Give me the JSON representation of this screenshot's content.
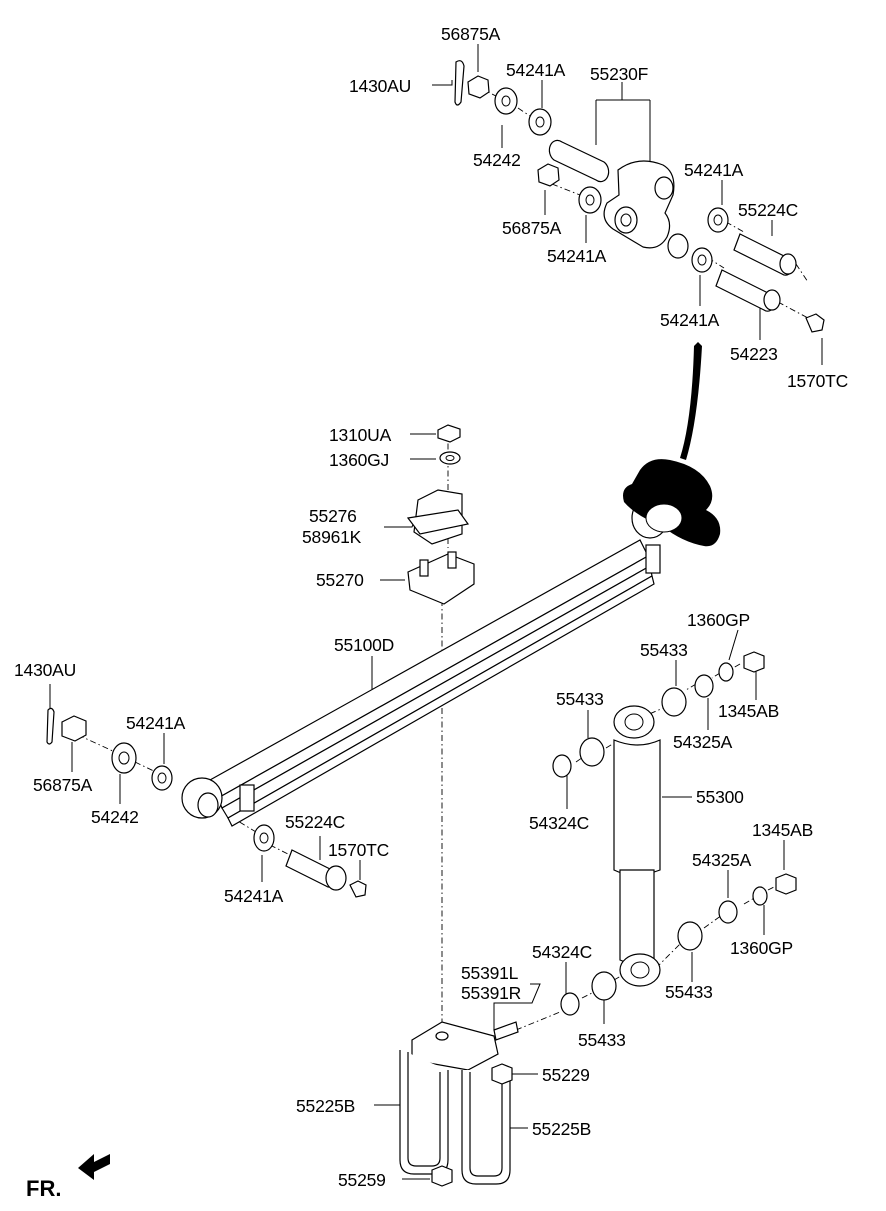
{
  "diagram": {
    "direction_label": "FR.",
    "labels": [
      {
        "id": "l01",
        "text": "56875A"
      },
      {
        "id": "l02",
        "text": "1430AU"
      },
      {
        "id": "l03",
        "text": "54241A"
      },
      {
        "id": "l04",
        "text": "55230F"
      },
      {
        "id": "l05",
        "text": "54242"
      },
      {
        "id": "l06",
        "text": "54241A"
      },
      {
        "id": "l07",
        "text": "55224C"
      },
      {
        "id": "l08",
        "text": "56875A"
      },
      {
        "id": "l09",
        "text": "54241A"
      },
      {
        "id": "l10",
        "text": "54241A"
      },
      {
        "id": "l11",
        "text": "54223"
      },
      {
        "id": "l12",
        "text": "1570TC"
      },
      {
        "id": "l13",
        "text": "1310UA"
      },
      {
        "id": "l14",
        "text": "1360GJ"
      },
      {
        "id": "l15",
        "text": "55276"
      },
      {
        "id": "l16",
        "text": "58961K"
      },
      {
        "id": "l17",
        "text": "55270"
      },
      {
        "id": "l18",
        "text": "55100D"
      },
      {
        "id": "l19",
        "text": "1360GP"
      },
      {
        "id": "l20",
        "text": "55433"
      },
      {
        "id": "l21",
        "text": "1345AB"
      },
      {
        "id": "l22",
        "text": "55433"
      },
      {
        "id": "l23",
        "text": "54325A"
      },
      {
        "id": "l24",
        "text": "1430AU"
      },
      {
        "id": "l25",
        "text": "54241A"
      },
      {
        "id": "l26",
        "text": "56875A"
      },
      {
        "id": "l27",
        "text": "54242"
      },
      {
        "id": "l28",
        "text": "55300"
      },
      {
        "id": "l29",
        "text": "54324C"
      },
      {
        "id": "l30",
        "text": "55224C"
      },
      {
        "id": "l31",
        "text": "1570TC"
      },
      {
        "id": "l32",
        "text": "1345AB"
      },
      {
        "id": "l33",
        "text": "54241A"
      },
      {
        "id": "l34",
        "text": "54325A"
      },
      {
        "id": "l35",
        "text": "1360GP"
      },
      {
        "id": "l36",
        "text": "54324C"
      },
      {
        "id": "l37",
        "text": "55391L"
      },
      {
        "id": "l38",
        "text": "55391R"
      },
      {
        "id": "l39",
        "text": "55433"
      },
      {
        "id": "l40",
        "text": "55433"
      },
      {
        "id": "l41",
        "text": "55229"
      },
      {
        "id": "l42",
        "text": "55225B"
      },
      {
        "id": "l43",
        "text": "55225B"
      },
      {
        "id": "l44",
        "text": "55259"
      }
    ]
  }
}
